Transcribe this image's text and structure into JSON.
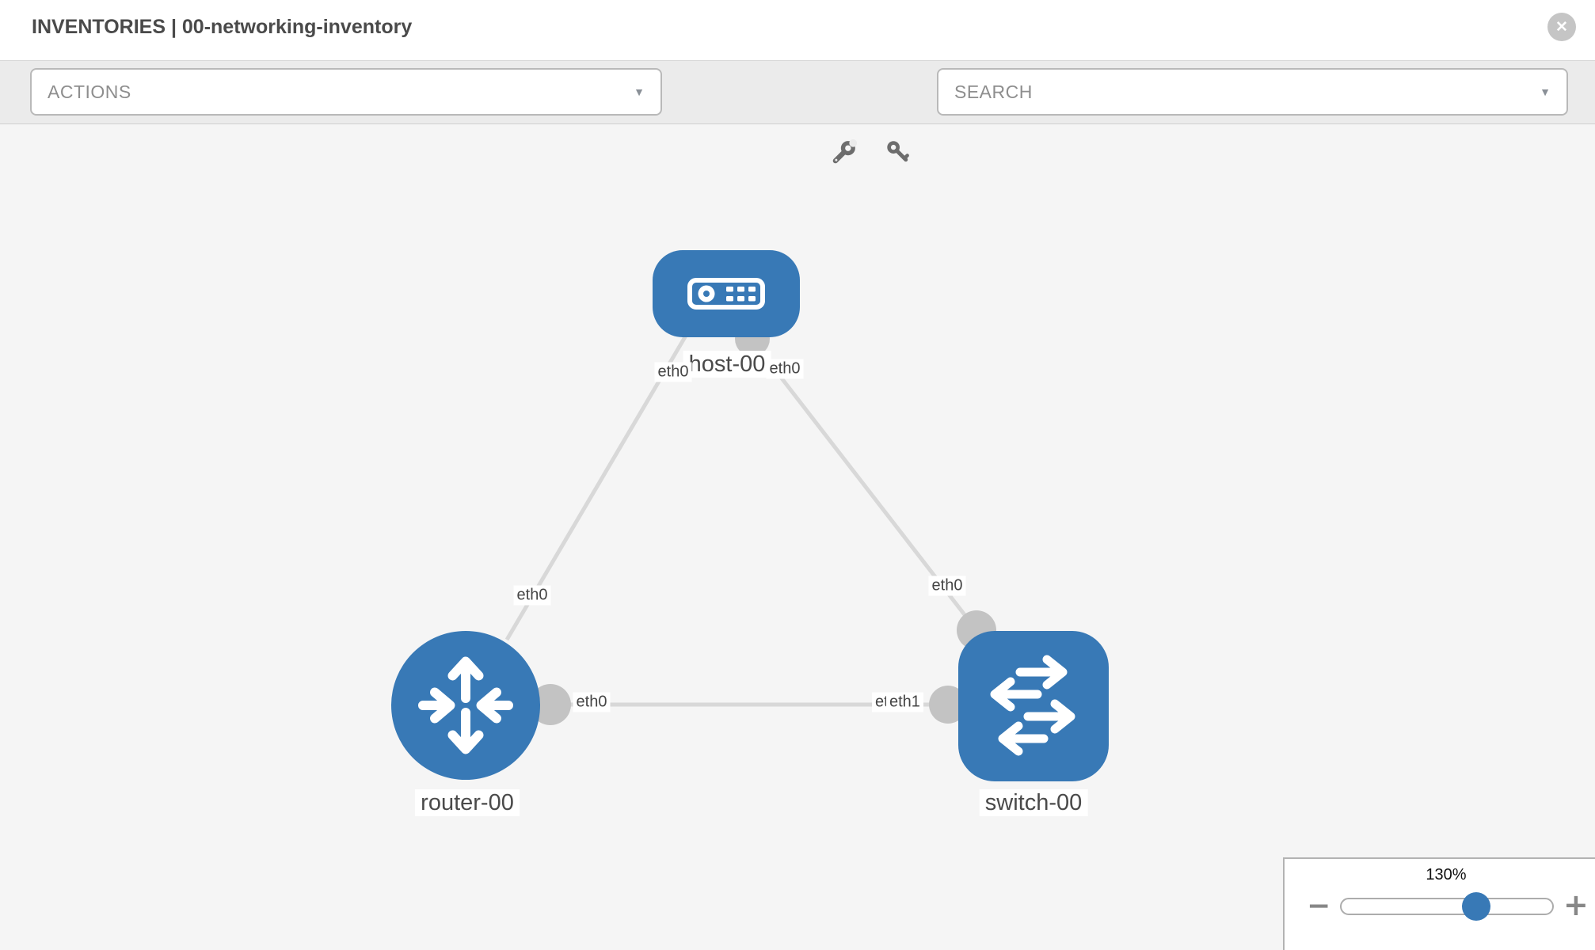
{
  "header": {
    "title": "INVENTORIES | 00-networking-inventory",
    "close_icon": "✕"
  },
  "toolbar": {
    "actions_placeholder": "ACTIONS",
    "search_placeholder": "SEARCH",
    "caret_icon": "▼"
  },
  "topology": {
    "nodes": [
      {
        "id": "host-00",
        "type": "host",
        "label": "host-00"
      },
      {
        "id": "router-00",
        "type": "router",
        "label": "router-00"
      },
      {
        "id": "switch-00",
        "type": "switch",
        "label": "switch-00"
      }
    ],
    "links": [
      {
        "from": "host-00",
        "to": "router-00"
      },
      {
        "from": "host-00",
        "to": "switch-00"
      },
      {
        "from": "router-00",
        "to": "switch-00"
      }
    ],
    "interface_labels": [
      {
        "text": "eth0",
        "position": "host-00 lower-left"
      },
      {
        "text": "eth0",
        "position": "host-00 lower-right"
      },
      {
        "text": "eth0",
        "position": "host-router link middle"
      },
      {
        "text": "eth0",
        "position": "switch-00 top connector"
      },
      {
        "text": "eth0",
        "position": "router-00 right connector"
      },
      {
        "text": "eth0",
        "position": "switch-00 left connector (partially covered)"
      },
      {
        "text": "eth1",
        "position": "switch-00 left connector"
      }
    ]
  },
  "zoom_control": {
    "level": "130%",
    "minus_icon": "−",
    "plus_icon": "+"
  },
  "colors": {
    "node_blue": "#3879b6",
    "link_gray": "#d8d8d8",
    "connector_gray": "#c3c3c3",
    "canvas_bg": "#f5f5f5",
    "toolbar_bg": "#ebebeb"
  }
}
